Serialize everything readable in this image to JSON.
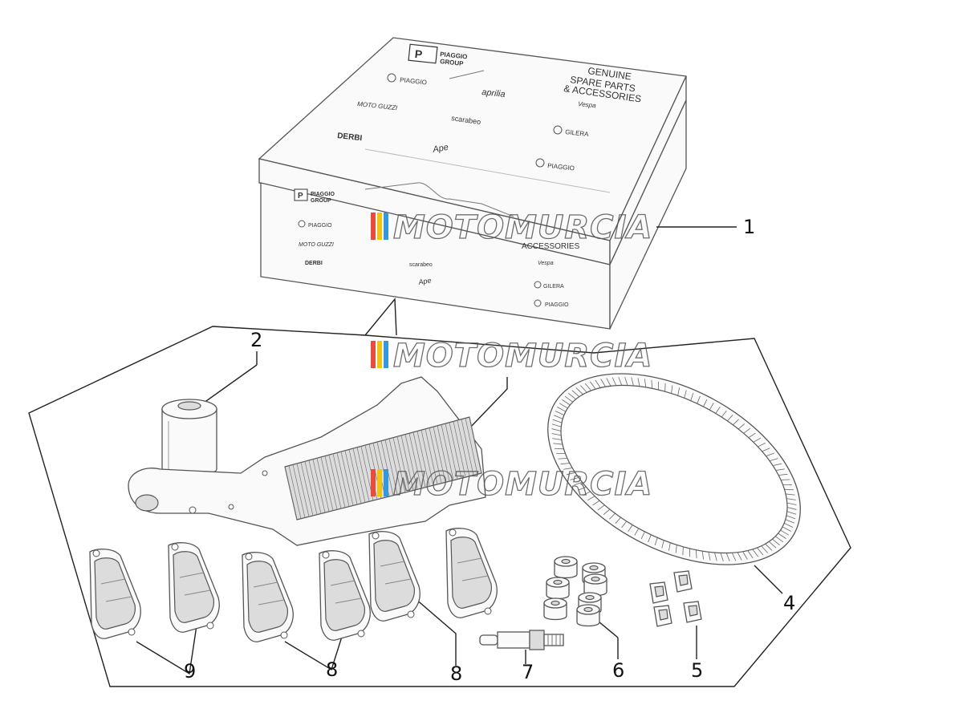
{
  "box": {
    "brand_top": "PIAGGIO\nGROUP",
    "brand_top_line1": "PIAGGIO",
    "brand_top_line2": "GROUP",
    "headline_line1": "GENUINE",
    "headline_line2": "SPARE PARTS",
    "headline_line3": "& ACCESSORIES",
    "logos_top": [
      "PIAGGIO",
      "aprilia",
      "Vespa",
      "MOTO GUZZI",
      "scarabeo",
      "GILERA",
      "DERBI",
      "Ape",
      "PIAGGIO"
    ],
    "side_brand_line1": "PIAGGIO",
    "side_brand_line2": "GROUP",
    "side_accessories": "ACCESSORIES",
    "logos_side": [
      "PIAGGIO",
      "MOTO GUZZI",
      "DERBI",
      "scarabeo",
      "Ape",
      "Vespa",
      "GILERA",
      "PIAGGIO"
    ]
  },
  "watermark": "MOTOMURCIA",
  "watermark_colors": [
    "#e74c3c",
    "#f1c40f",
    "#3498db"
  ],
  "callouts": [
    "1",
    "2",
    "4",
    "9",
    "8",
    "8",
    "7",
    "6",
    "5"
  ]
}
